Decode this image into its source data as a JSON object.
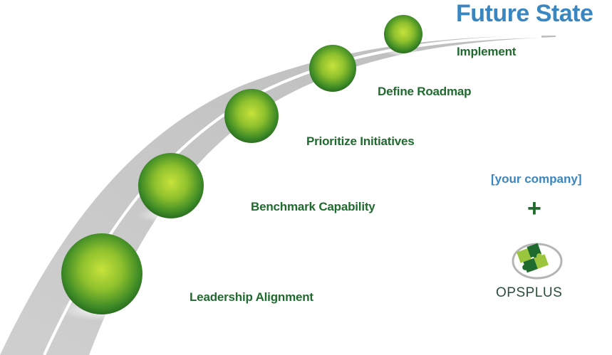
{
  "header": {
    "title": "Future State"
  },
  "steps": [
    {
      "label": "Leadership Alignment"
    },
    {
      "label": "Benchmark Capability"
    },
    {
      "label": "Prioritize Initiatives"
    },
    {
      "label": "Define Roadmap"
    },
    {
      "label": "Implement"
    }
  ],
  "partners": {
    "company": "[your company]",
    "plus": "+",
    "logo_text": "OPSPLUS",
    "logo_icon": "puzzle-pieces-icon"
  },
  "colors": {
    "title": "#3a86c0",
    "label": "#1f6b2e",
    "road": "#c9c9c9",
    "sphere_light": "#c6e03a",
    "sphere_dark": "#2f7a25"
  }
}
